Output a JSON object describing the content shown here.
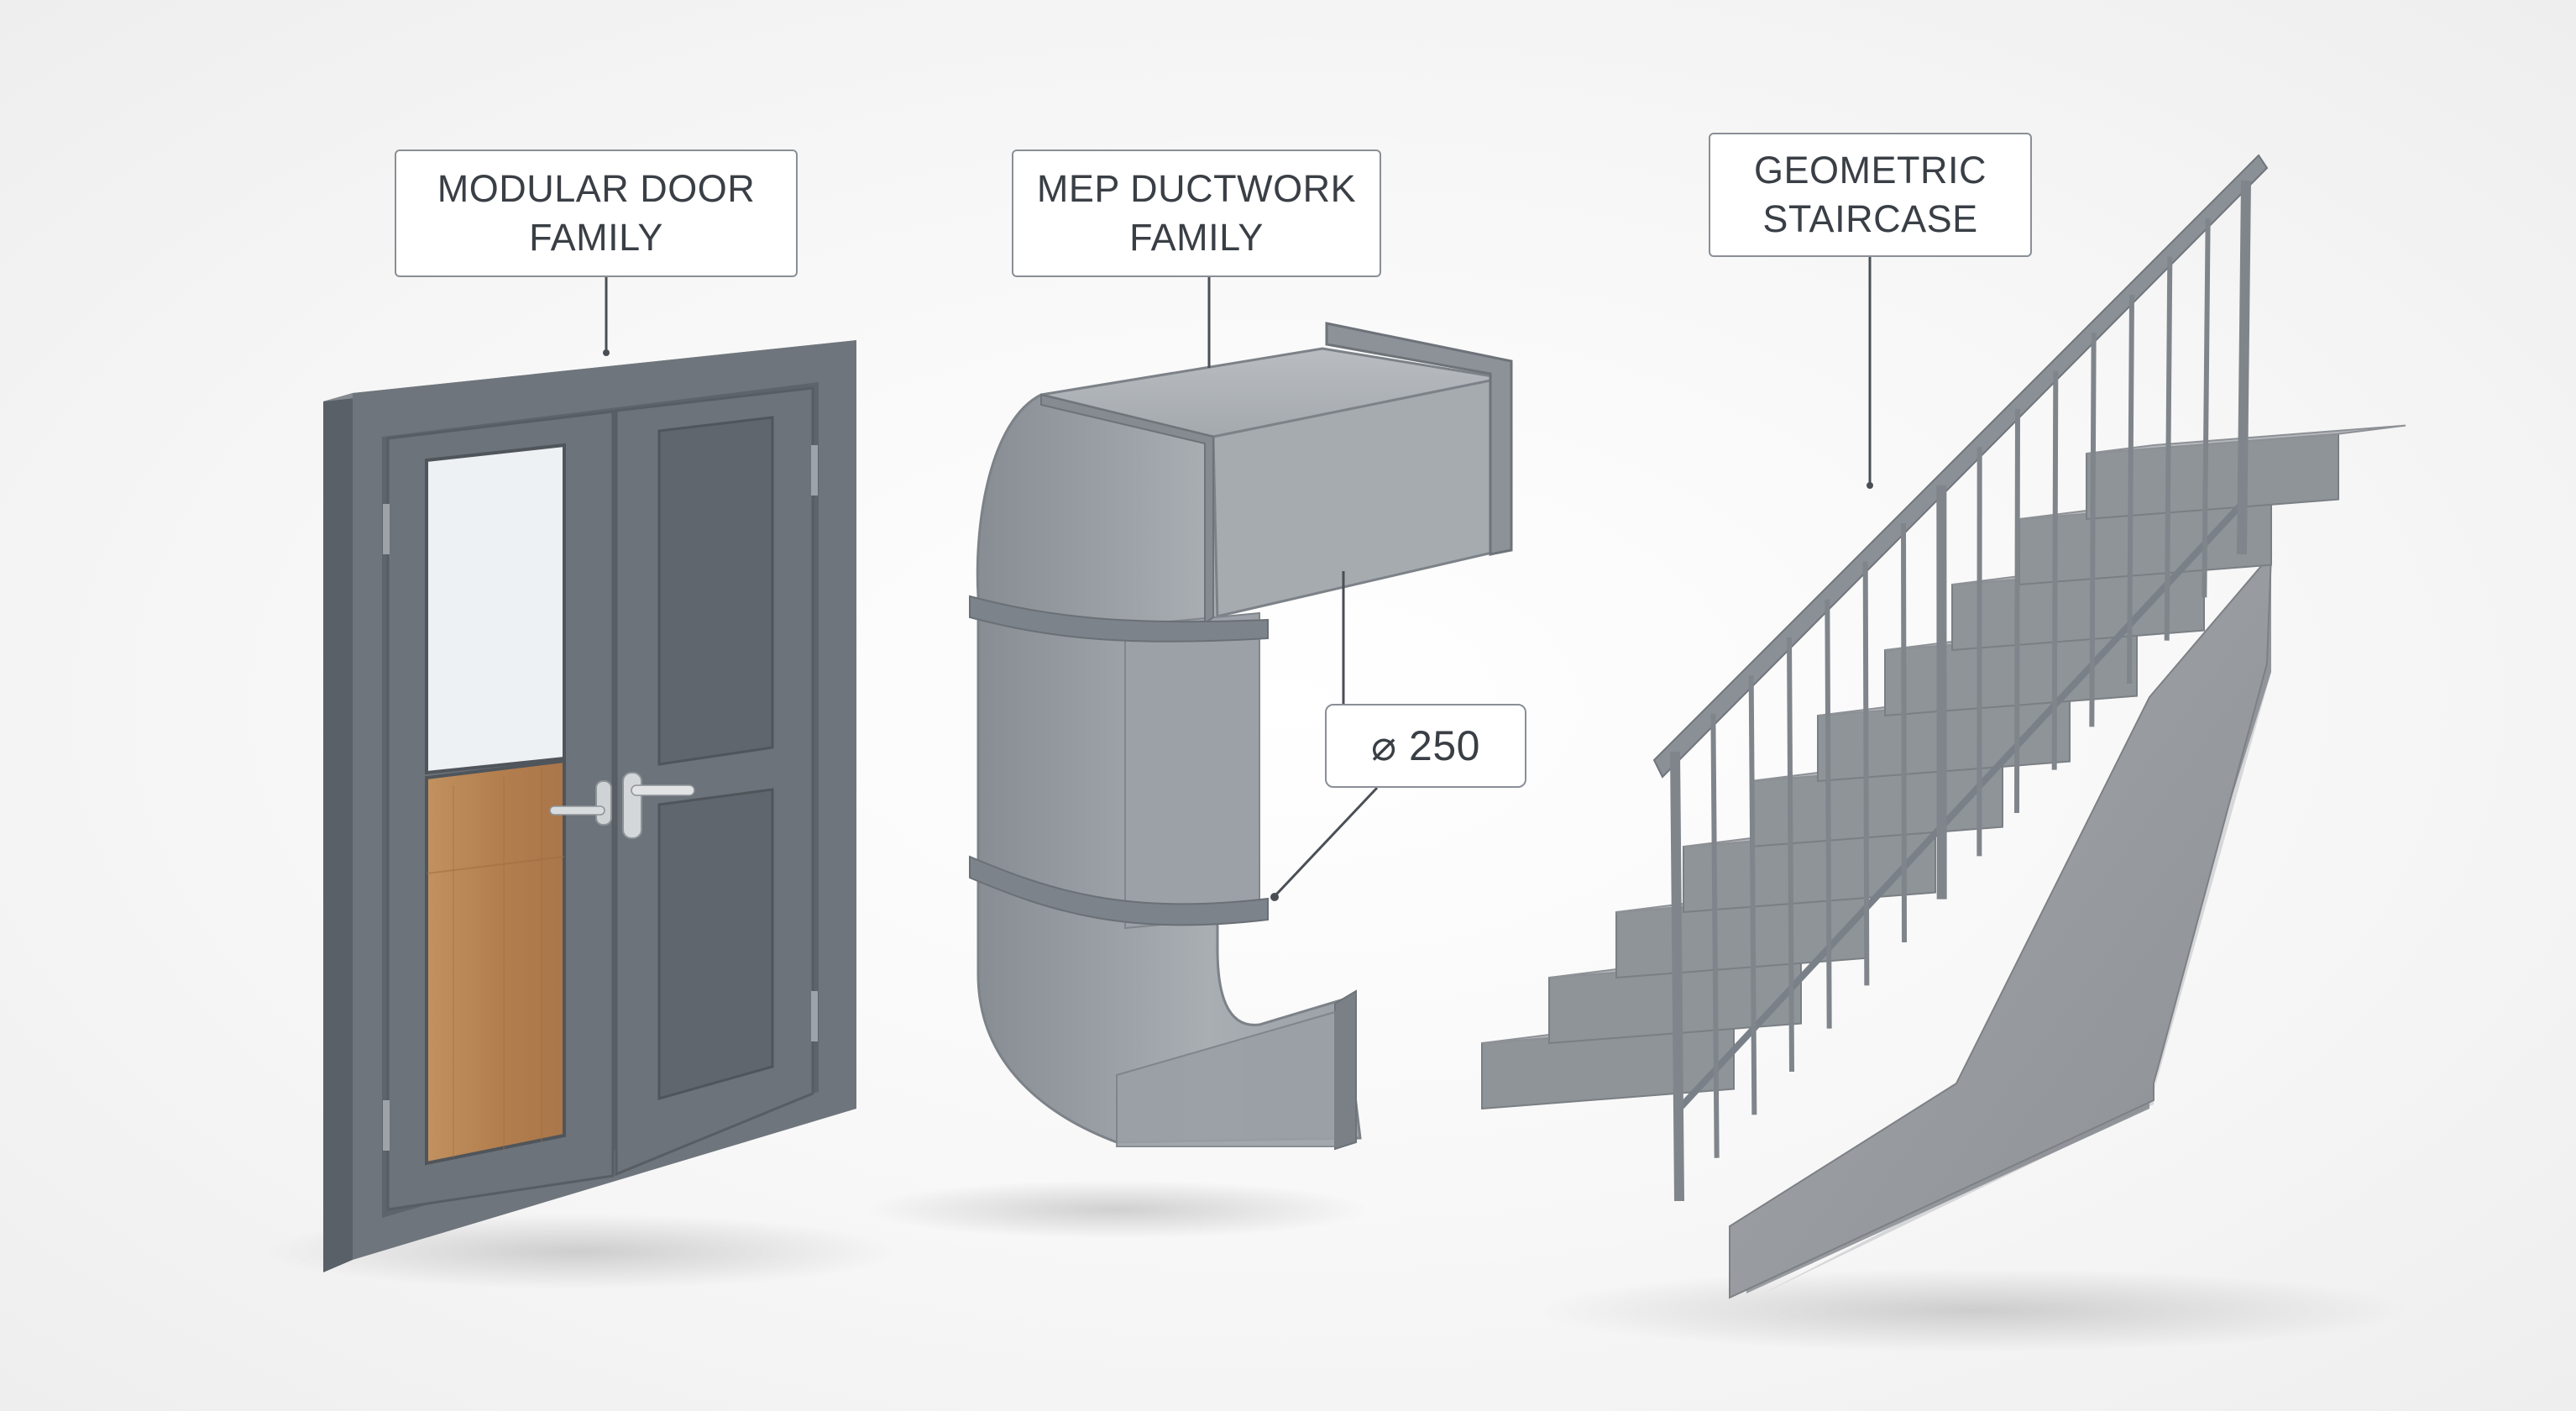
{
  "labels": {
    "door": {
      "line1": "MODULAR DOOR",
      "line2": "FAMILY"
    },
    "duct": {
      "line1": "MEP DUCTWORK",
      "line2": "FAMILY"
    },
    "stair": {
      "line1": "GEOMETRIC",
      "line2": "STAIRCASE"
    },
    "dimension": "⌀ 250"
  },
  "colors": {
    "background": "#f6f6f6",
    "frame": "#6f757c",
    "door_panel": "#6c737a",
    "glass": "#eef1f3",
    "wood": "#b78556",
    "duct": "#9aa0a6",
    "stair": "#a2a6aa",
    "railing": "#7a8087",
    "leader": "#4a4f55"
  }
}
